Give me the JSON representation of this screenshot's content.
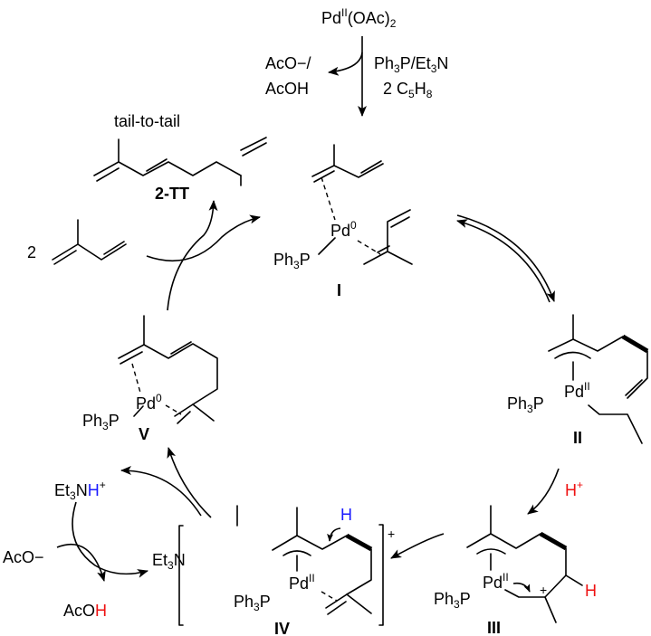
{
  "catalyst_precursor": {
    "prefix": "Pd",
    "ox_state": "II",
    "suffix": "(OAc)",
    "subscript": "2"
  },
  "activation": {
    "byproduct_line1": "AcO−/",
    "byproduct_line2": "AcOH",
    "reagents_line1_parts": [
      "Ph",
      "3",
      "P/Et",
      "3",
      "N"
    ],
    "reagents_line2_parts": [
      "2 C",
      "5",
      "H",
      "8"
    ]
  },
  "product": {
    "title": "tail-to-tail",
    "label": "2-TT"
  },
  "substrate": {
    "coefficient": "2"
  },
  "intermediates": {
    "I": {
      "label": "I",
      "metal": "Pd",
      "ox_state": "0",
      "ligand": [
        "Ph",
        "3",
        "P"
      ]
    },
    "II": {
      "label": "II",
      "metal": "Pd",
      "ox_state": "II",
      "ligand": [
        "Ph",
        "3",
        "P"
      ]
    },
    "III": {
      "label": "III",
      "metal": "Pd",
      "ox_state": "II",
      "ligand": [
        "Ph",
        "3",
        "P"
      ],
      "charge": "+",
      "hydrogen": "H"
    },
    "IV": {
      "label": "IV",
      "metal": "Pd",
      "ox_state": "II",
      "ligand": [
        "Ph",
        "3",
        "P"
      ],
      "charge": "+",
      "hydrogen": "H"
    },
    "V": {
      "label": "V",
      "metal": "Pd",
      "ox_state": "0",
      "ligand": [
        "Ph",
        "3",
        "P"
      ]
    }
  },
  "proton_step": {
    "label": "H",
    "charge": "+"
  },
  "base_cycle": {
    "ammonium": {
      "prefix": "Et",
      "sub": "3",
      "n": "N",
      "h": "H",
      "charge": "+"
    },
    "amine": {
      "prefix": "Et",
      "sub": "3",
      "n": "N"
    },
    "acetate": "AcO−",
    "acetic_acid": {
      "prefix": "AcO",
      "h": "H"
    }
  },
  "colors": {
    "transferred_h_blue": "#1a1aff",
    "proton_red": "#ee1111"
  }
}
